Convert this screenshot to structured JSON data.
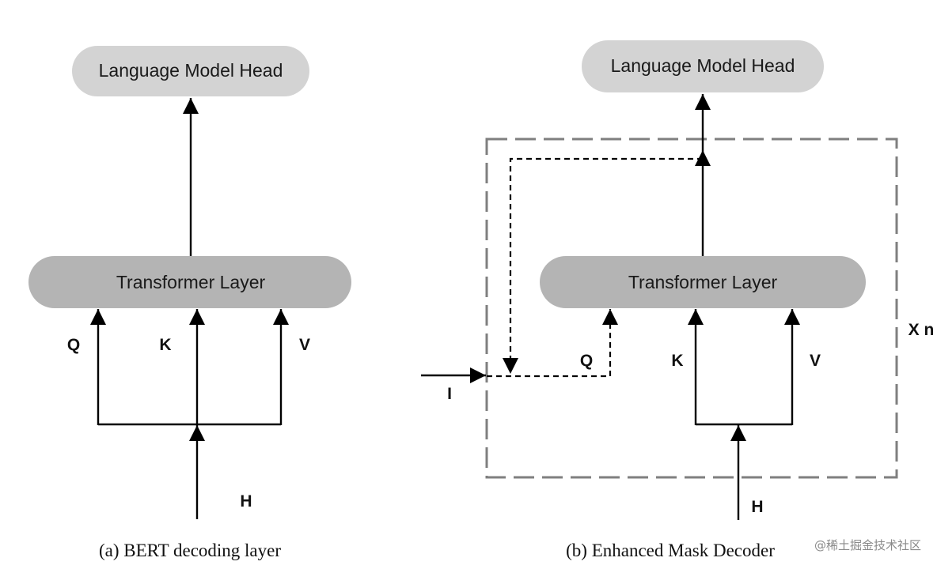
{
  "diagram_a": {
    "head_label": "Language Model Head",
    "layer_label": "Transformer Layer",
    "q_label": "Q",
    "k_label": "K",
    "v_label": "V",
    "h_label": "H",
    "caption": "(a) BERT decoding layer"
  },
  "diagram_b": {
    "head_label": "Language Model Head",
    "layer_label": "Transformer Layer",
    "q_label": "Q",
    "k_label": "K",
    "v_label": "V",
    "h_label": "H",
    "i_label": "I",
    "repeat_label": "X n",
    "caption": "(b) Enhanced Mask Decoder"
  },
  "watermark": "@稀土掘金技术社区",
  "colors": {
    "head_fill": "#d3d3d3",
    "layer_fill": "#b4b4b4",
    "line": "#000000",
    "dashed_box": "#7f7f7f"
  }
}
